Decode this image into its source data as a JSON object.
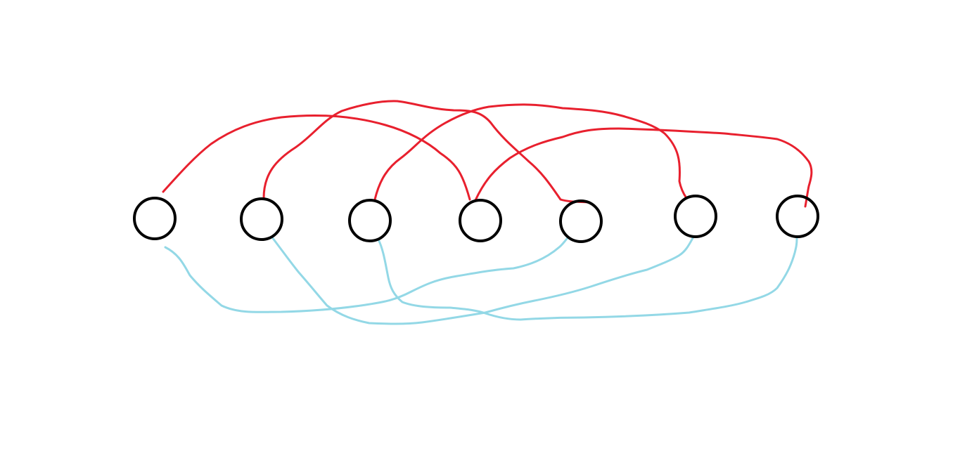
{
  "diagram": {
    "colors": {
      "background": "#ffffff",
      "node_stroke": "#000000",
      "upper_edge": "#e8202e",
      "lower_edge": "#93d8e6"
    },
    "nodes": [
      "n1",
      "n2",
      "n3",
      "n4",
      "n5",
      "n6",
      "n7"
    ],
    "upper_edges": [
      {
        "from": "n1",
        "to": "n4"
      },
      {
        "from": "n2",
        "to": "n5"
      },
      {
        "from": "n3",
        "to": "n6"
      },
      {
        "from": "n4",
        "to": "n7"
      }
    ],
    "lower_edges": [
      {
        "from": "n1",
        "to": "n5"
      },
      {
        "from": "n2",
        "to": "n6"
      },
      {
        "from": "n3",
        "to": "n7"
      }
    ]
  }
}
